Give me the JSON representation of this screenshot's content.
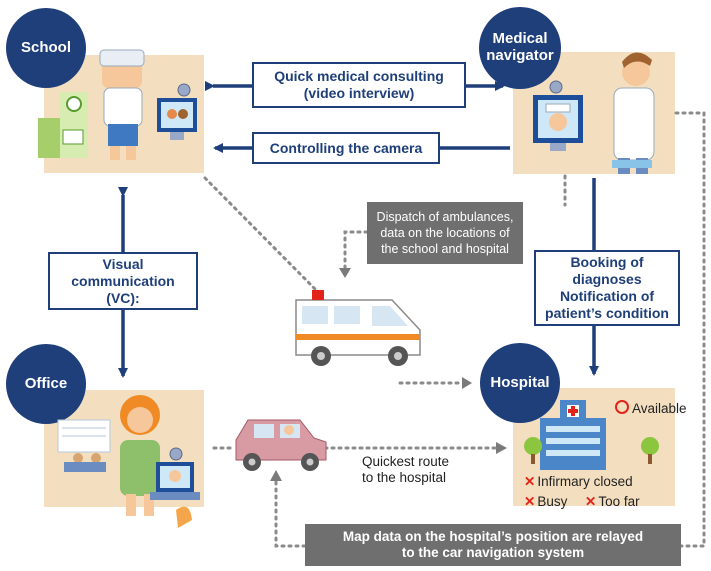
{
  "colors": {
    "navy": "#1f3f7a",
    "panel": "#f3dfbf",
    "gray_box": "#6f6f6f",
    "dotted": "#8a8a8a",
    "mark_red": "#e2231a"
  },
  "nodes": {
    "school": "School",
    "medical_line1": "Medical",
    "medical_line2": "navigator",
    "office": "Office",
    "hospital": "Hospital"
  },
  "boxes": {
    "consulting_line1": "Quick medical consulting",
    "consulting_line2": "(video interview)",
    "camera": "Controlling the camera",
    "dispatch_line1": "Dispatch of ambulances,",
    "dispatch_line2": "data on the locations of",
    "dispatch_line3": "the school and hospital",
    "vc_line1": "Visual",
    "vc_line2": "communication",
    "vc_line3": "(VC):",
    "booking_line1": "Booking of",
    "booking_line2": "diagnoses",
    "booking_line3": "Notification of",
    "booking_line4": "patient’s condition",
    "map_line1": "Map data on the hospital’s position are relayed",
    "map_line2": "to the car navigation system"
  },
  "route": {
    "line1": "Quickest route",
    "line2": "to the hospital"
  },
  "hospital_status": {
    "available": "Available",
    "infirmary": "Infirmary closed",
    "busy": "Busy",
    "too_far": "Too far"
  }
}
